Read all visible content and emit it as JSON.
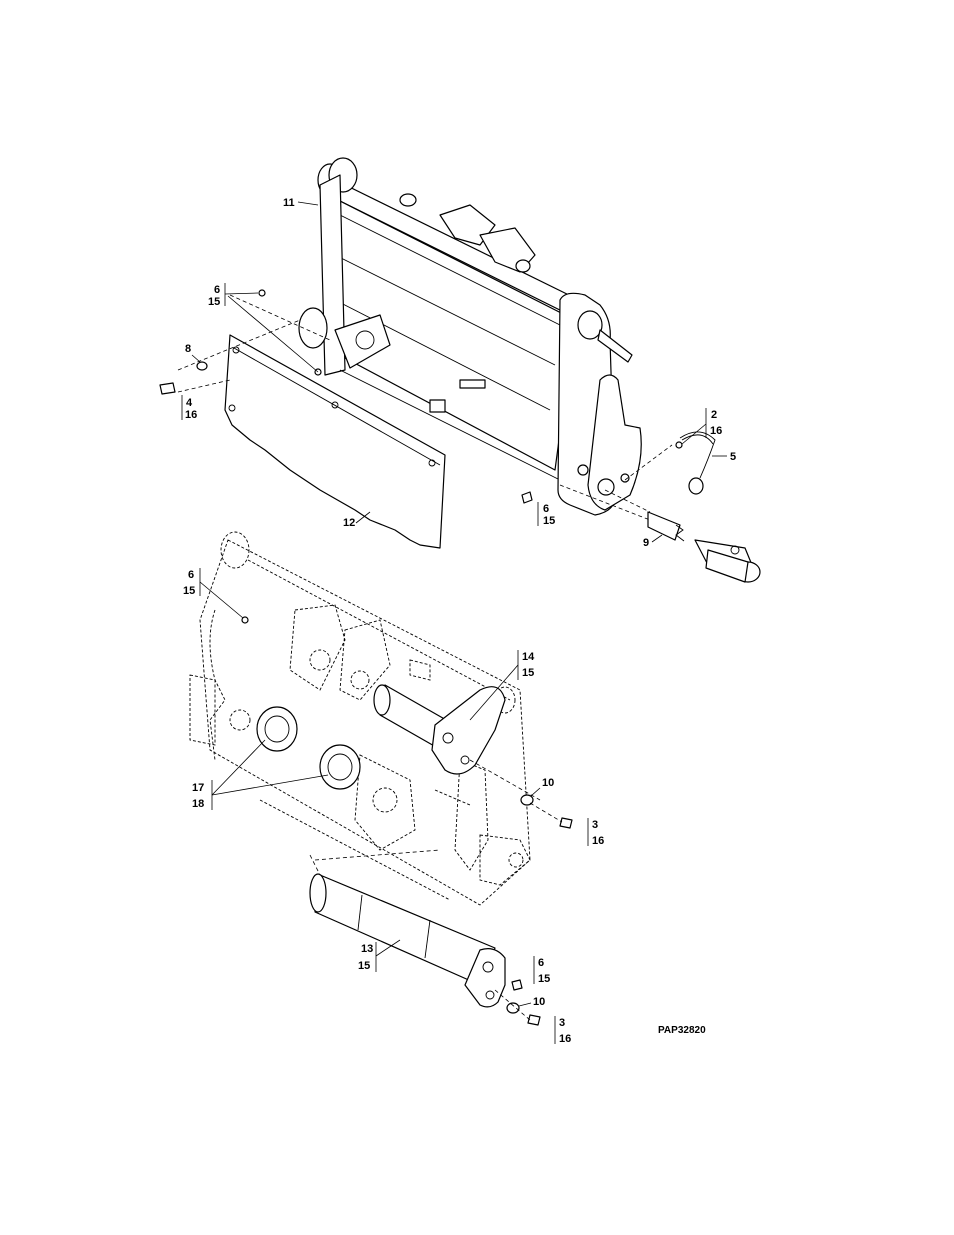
{
  "callouts": {
    "c11": "11",
    "c6a": "6",
    "c15a": "15",
    "c8": "8",
    "c4": "4",
    "c16a": "16",
    "c2": "2",
    "c16b": "16",
    "c5": "5",
    "c6b": "6",
    "c15b": "15",
    "c12": "12",
    "c9": "9",
    "c6c": "6",
    "c15c": "15",
    "c14": "14",
    "c15d": "15",
    "c17": "17",
    "c18": "18",
    "c10a": "10",
    "c3a": "3",
    "c16c": "16",
    "c13": "13",
    "c15e": "15",
    "c6d": "6",
    "c15f": "15",
    "c10b": "10",
    "c3b": "3",
    "c16d": "16"
  },
  "figure_code": "PAP32820"
}
